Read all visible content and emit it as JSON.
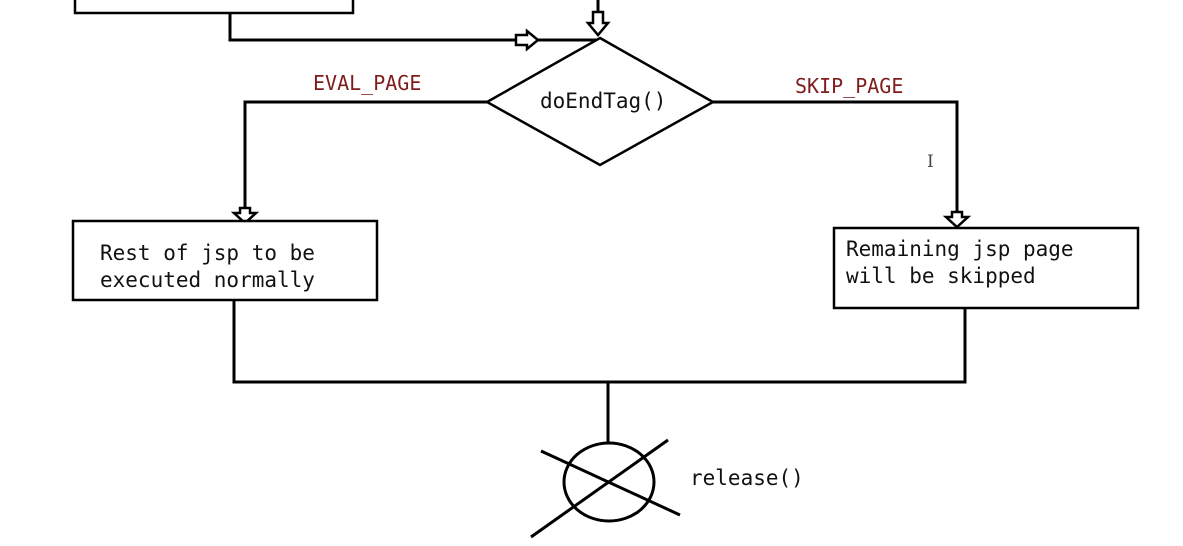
{
  "diagram": {
    "decision_label": "doEndTag()",
    "left_branch_label": "EVAL_PAGE",
    "right_branch_label": "SKIP_PAGE",
    "left_box_line1": "Rest of jsp to be",
    "left_box_line2": "executed normally",
    "right_box_line1": "Remaining jsp page",
    "right_box_line2": "will be skipped",
    "end_label": "release()",
    "branch_label_color": "#7f1d1d",
    "end_icon": "crossed-circle-icon",
    "arrow_icon": "hollow-arrow-icon"
  }
}
